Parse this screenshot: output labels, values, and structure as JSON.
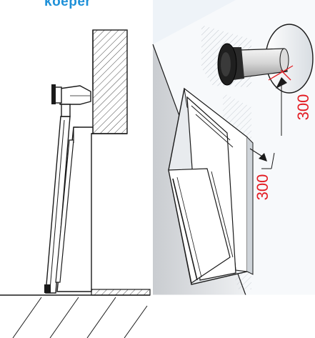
{
  "brand": {
    "logo_text": "koeper",
    "color": "#1e90d8"
  },
  "illustration": {
    "left_panel": "side-section-view",
    "right_panel": "perspective-view",
    "right_background": "#eef3f8",
    "line_color": "#1a1a1a",
    "accent_color": "#e31e24"
  },
  "dimensions": {
    "top_clearance": "300",
    "side_clearance": "300"
  }
}
